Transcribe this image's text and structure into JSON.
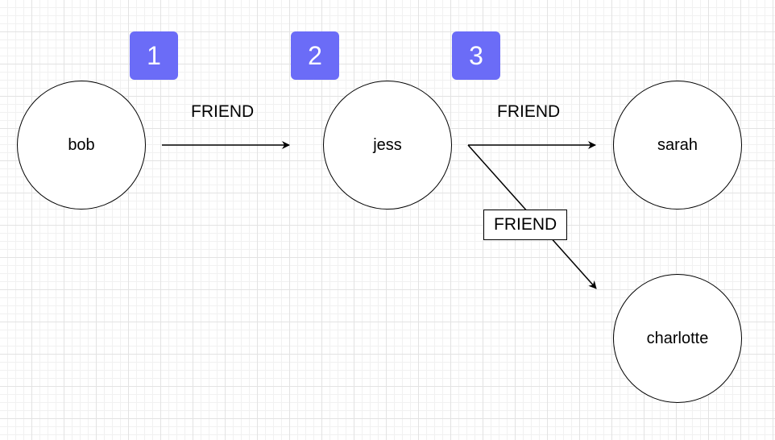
{
  "diagram": {
    "nodes": [
      {
        "id": "bob",
        "label": "bob"
      },
      {
        "id": "jess",
        "label": "jess"
      },
      {
        "id": "sarah",
        "label": "sarah"
      },
      {
        "id": "charlotte",
        "label": "charlotte"
      }
    ],
    "badges": [
      "1",
      "2",
      "3"
    ],
    "edges": [
      {
        "from": "bob",
        "to": "jess",
        "label": "FRIEND"
      },
      {
        "from": "jess",
        "to": "sarah",
        "label": "FRIEND"
      },
      {
        "from": "jess",
        "to": "charlotte",
        "label": "FRIEND"
      }
    ],
    "colors": {
      "badge": "#6b6cf7",
      "stroke": "#000000",
      "grid": "#e3e3e3"
    }
  }
}
